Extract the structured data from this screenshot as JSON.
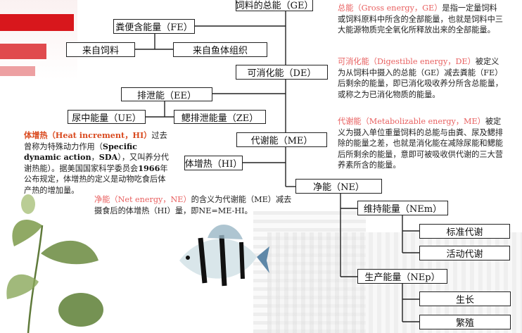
{
  "boxes": {
    "ge": "饲料的总能（GE）",
    "fe": "粪便含能量（FE）",
    "from_feed": "来自饲料",
    "from_fish": "来自鱼体组织",
    "de": "可消化能（DE）",
    "ee": "排泄能（EE）",
    "ue": "尿中能量（UE）",
    "ze": "鳃排泄能量（ZE）",
    "me": "代谢能（ME）",
    "hi": "体增热（HI）",
    "ne": "净能（NE）",
    "nem": "维持能量（NEm）",
    "std_metab": "标准代谢",
    "act_metab": "活动代谢",
    "nep": "生产能量（NEp）",
    "growth": "生长",
    "repro": "繁殖"
  },
  "notes": {
    "ge_term": "总能（Gross energy，GE）",
    "ge_text": "是指一定量饲料或饲料原料中所含的全部能量，也就是饲料中三大能源物质完全氧化所释放出来的全部能量。",
    "de_term": "可消化能（Digestible energy，DE）",
    "de_text": "被定义为从饲料中摄入的总能（GE）减去粪能（FE）后剩余的能量，即已消化吸收养分所含总能量，或称之为已消化物质的能量。",
    "me_term": "代谢能（Metabolizable energy，ME）",
    "me_text": "被定义为摄入单位重量饲料的总能与由粪、尿及鳃排除的能量之差，也就是消化能在减除尿能和鳃能后所剩余的能量，意即可被吸收供代谢的三大营养素所含的能量。",
    "hi_term": "体增热（Heat increment，HI）",
    "hi_t1": "过去曾称为特殊动力作用（",
    "hi_b1": "Specific dynamic action",
    "hi_t2": "，",
    "hi_b2": "SDA",
    "hi_t3": "），又叫养分代谢热能）。据美国国家科学委员会",
    "hi_b3": "1966",
    "hi_t4": "年公布规定，体增热的定义是动物吃食后体产热的增加量。",
    "ne_term": "净能（Net energy，NE）",
    "ne_text": "的含义为代谢能（ME）减去摄食后的体增热（HI）量，即NE=ME-HI。"
  },
  "colors": {
    "accent_red": "#d8171c",
    "term_pink": "#e86060",
    "term_orange": "#d94a1f"
  }
}
